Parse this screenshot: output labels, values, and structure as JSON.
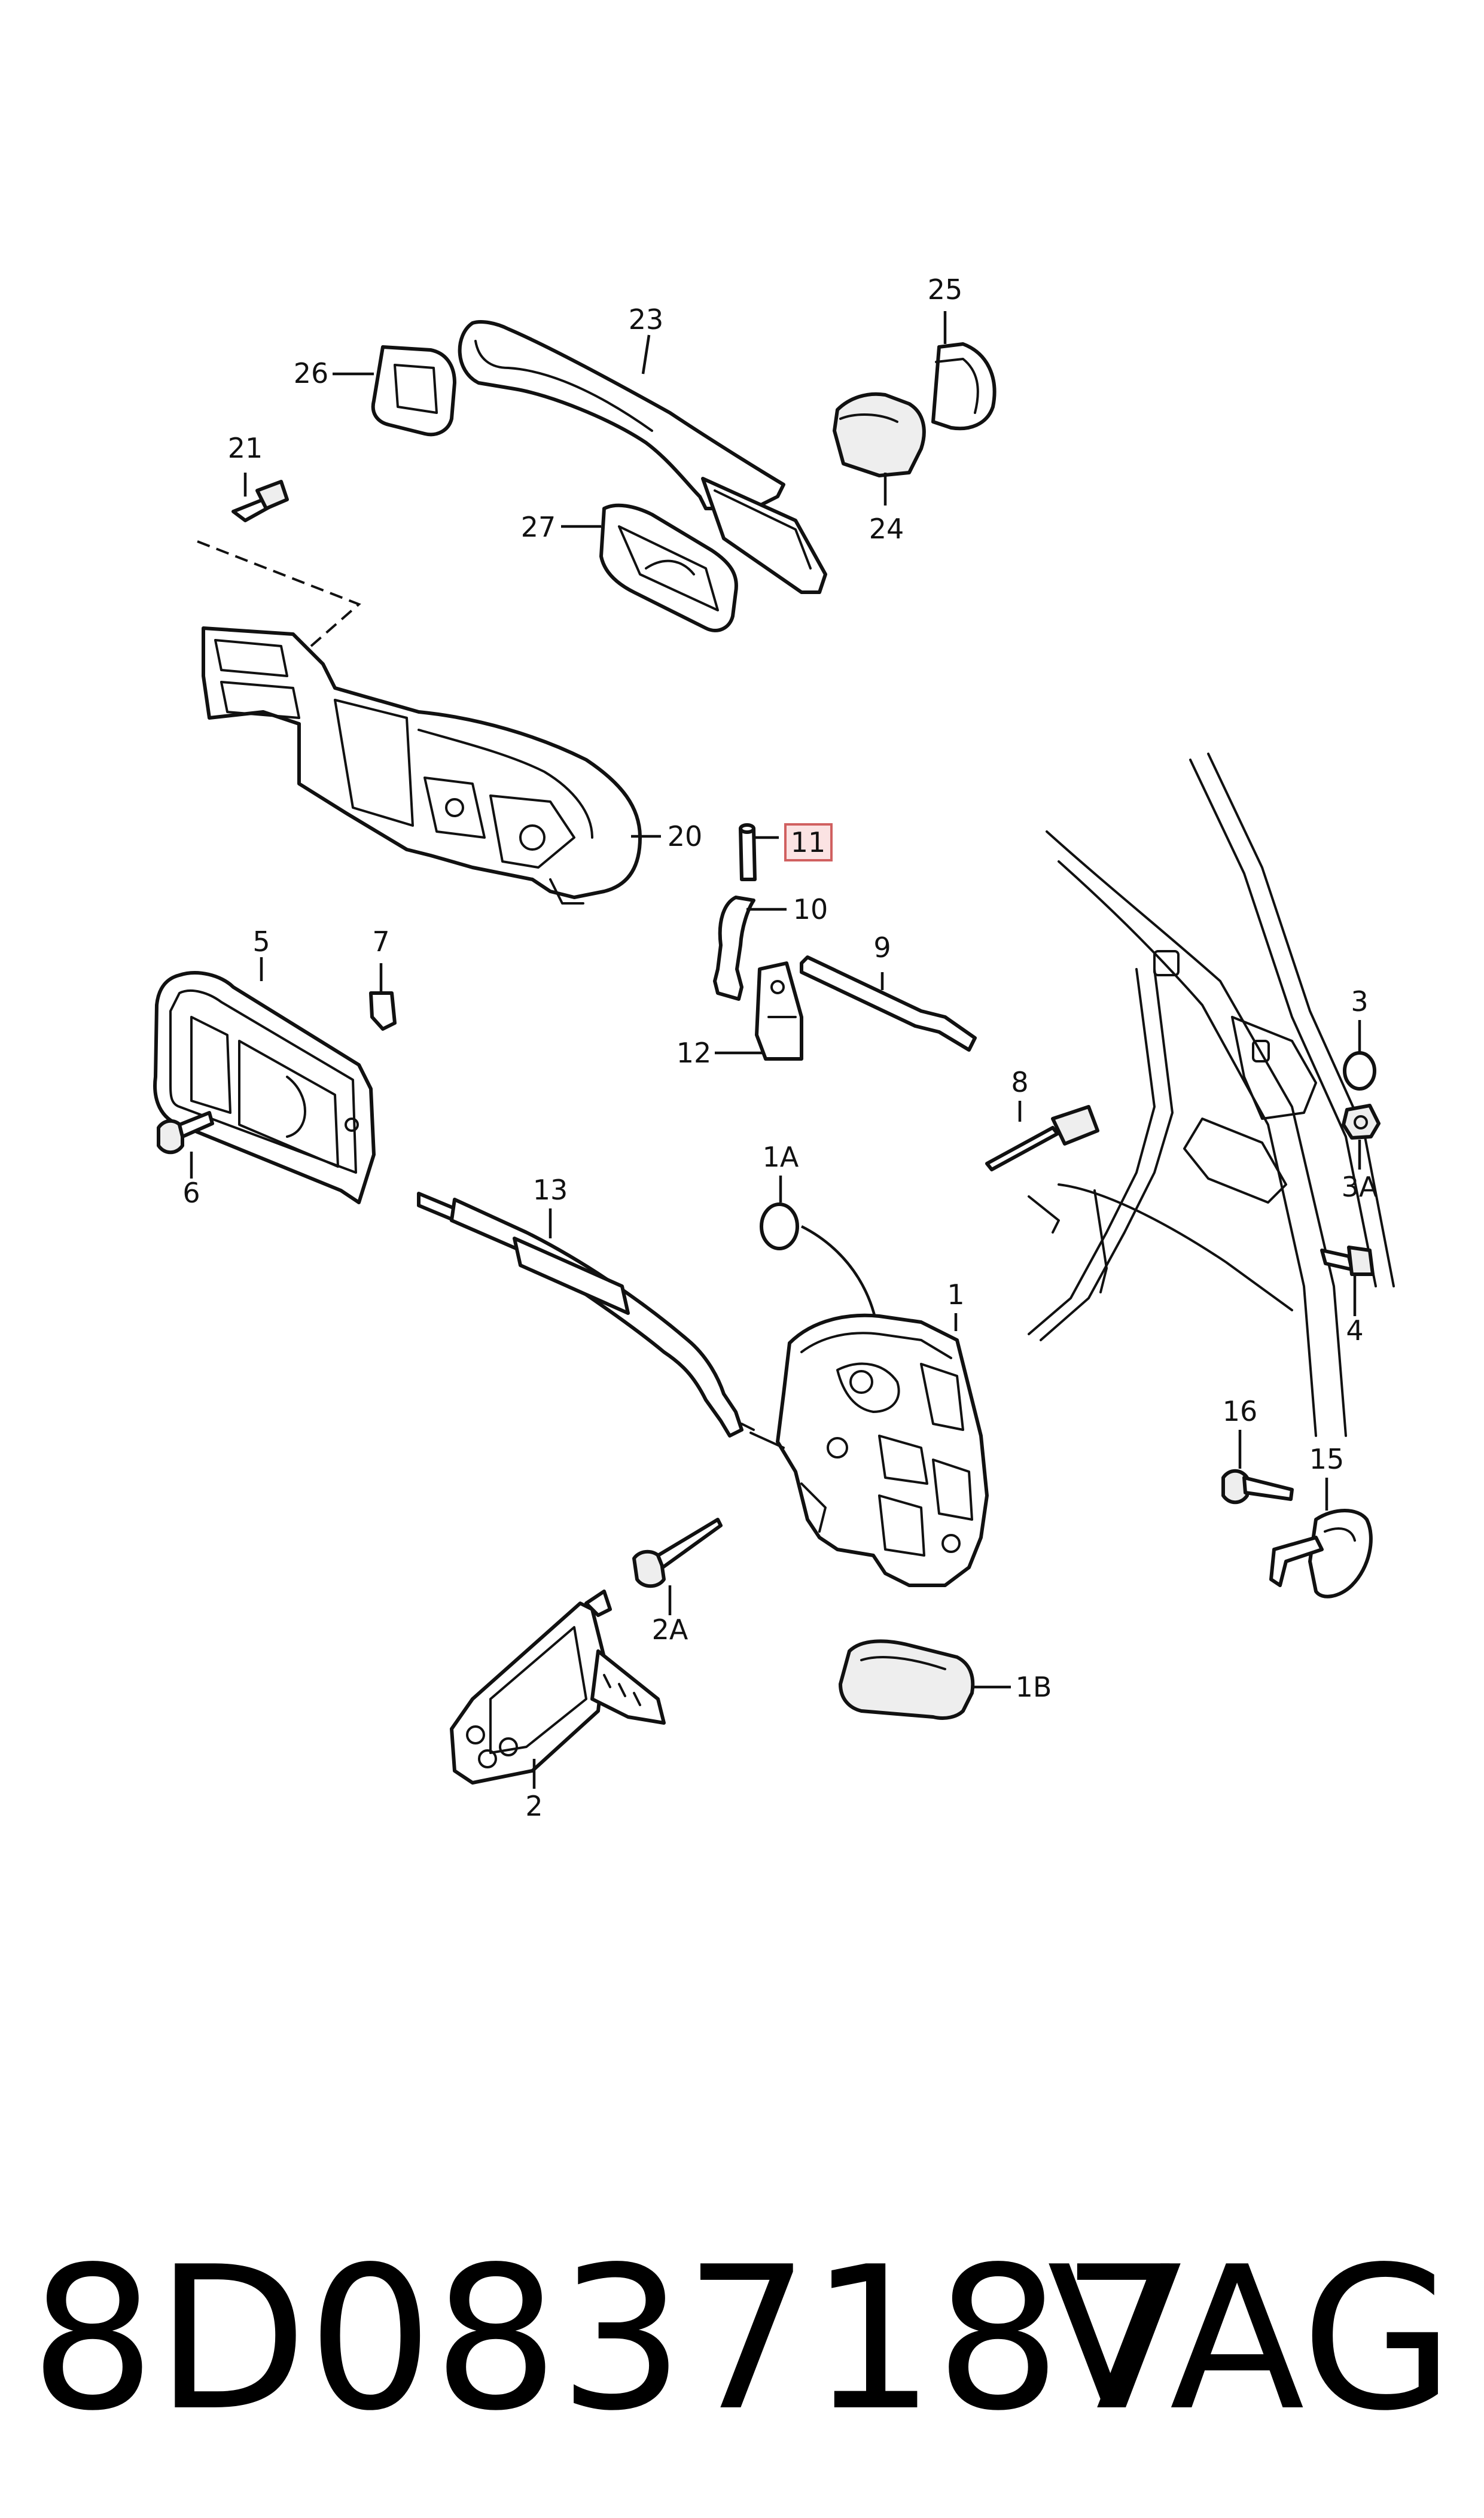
{
  "footer": {
    "part_number": "8D0837187",
    "brand": "VAG"
  },
  "highlighted_callout": "11",
  "colors": {
    "line": "#111111",
    "highlight_fill": "#fbe3e3",
    "highlight_stroke": "#d06060"
  },
  "callouts": {
    "c23": "23",
    "c25": "25",
    "c26": "26",
    "c21": "21",
    "c27": "27",
    "c24": "24",
    "c20": "20",
    "c11": "11",
    "c10": "10",
    "c9": "9",
    "c5": "5",
    "c7": "7",
    "c12": "12",
    "c3": "3",
    "c3a": "3A",
    "c8": "8",
    "c6": "6",
    "c1a": "1A",
    "c13": "13",
    "c1": "1",
    "c4": "4",
    "c16": "16",
    "c15": "15",
    "c2a": "2A",
    "c1b": "1B",
    "c2": "2"
  }
}
